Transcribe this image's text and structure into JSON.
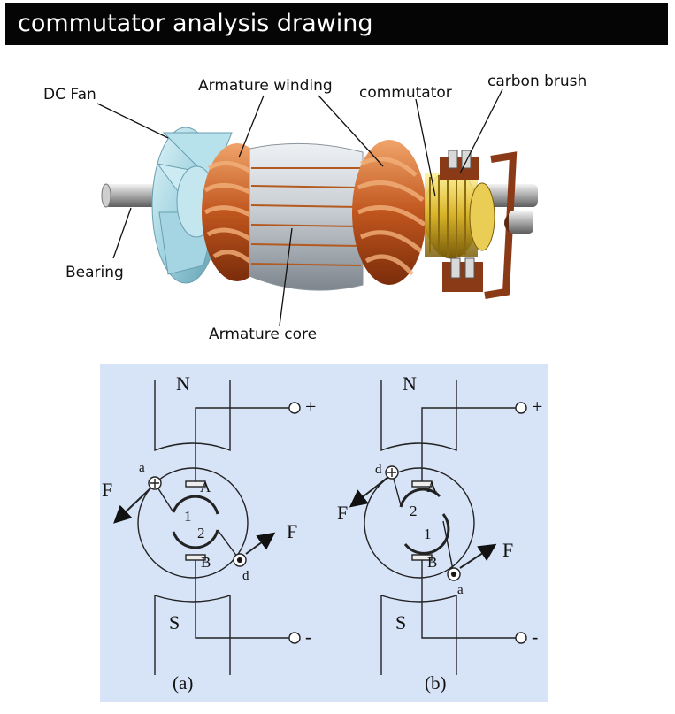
{
  "title": "commutator analysis drawing",
  "labels": {
    "dc_fan": "DC Fan",
    "armature_winding": "Armature winding",
    "commutator": "commutator",
    "carbon_brush": "carbon brush",
    "bearing": "Bearing",
    "armature_core": "Armature core"
  },
  "diagram_a": {
    "pole_top": "N",
    "pole_bottom": "S",
    "terminal_plus": "+",
    "terminal_minus": "-",
    "brush_top": "A",
    "brush_bottom": "B",
    "segment_top": "1",
    "segment_bottom": "2",
    "conductor_upper": "a",
    "conductor_lower": "d",
    "force_left": "F",
    "force_right": "F",
    "caption": "(a)"
  },
  "diagram_b": {
    "pole_top": "N",
    "pole_bottom": "S",
    "terminal_plus": "+",
    "terminal_minus": "-",
    "brush_top": "A",
    "brush_bottom": "B",
    "segment_top": "2",
    "segment_bottom": "1",
    "conductor_upper": "d",
    "conductor_lower": "a",
    "force_left": "F",
    "force_right": "F",
    "caption": "(b)"
  },
  "colors": {
    "title_bg": "#050505",
    "panel_bg": "#d7e3f7",
    "copper": "#c0561e",
    "core_silver": "#c9ced3",
    "commutator_gold": "#d9b42a",
    "fan": "#9fd3e0",
    "brush_holder": "#8a3a16"
  }
}
